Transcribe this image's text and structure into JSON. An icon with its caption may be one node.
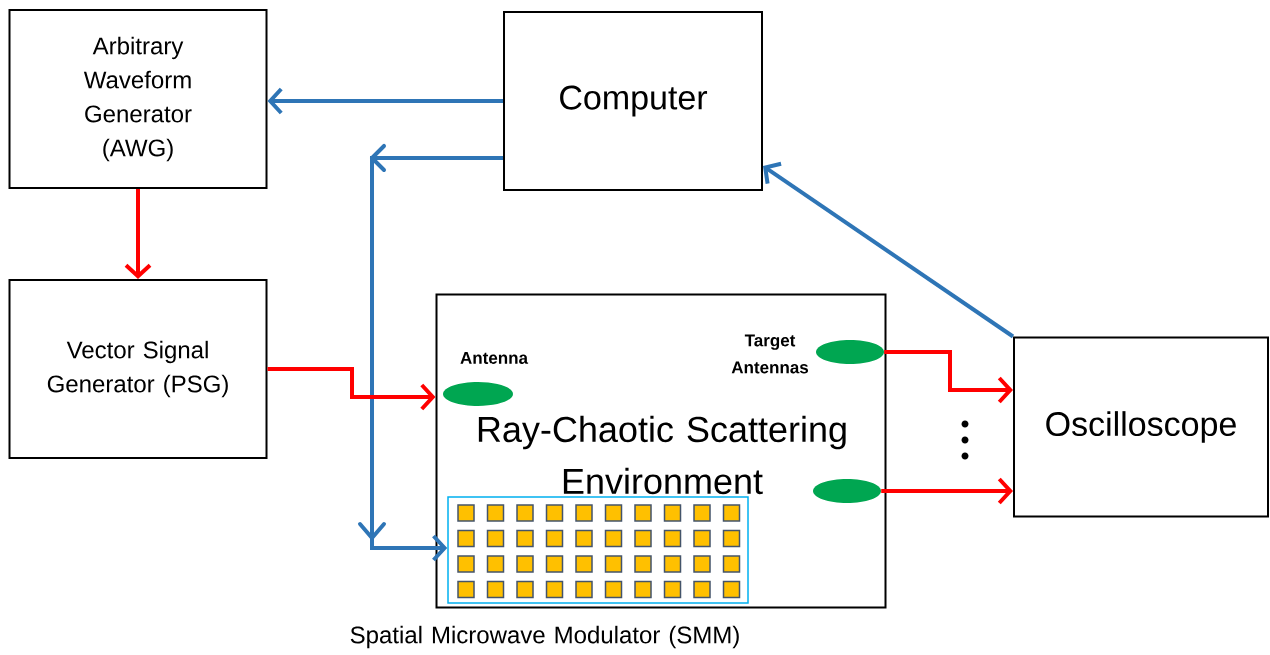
{
  "diagram": {
    "nodes": [
      {
        "text": [
          "Arbitrary Waveform Generator (AWG)"
        ]
      },
      {
        "text": [
          "Computer"
        ]
      },
      {
        "text": [
          "Vector Signal Generator (PSG)"
        ]
      },
      {
        "text": [
          "Ray-Chaotic Scattering Environment"
        ]
      },
      {
        "text": [],
        "shape": "ellipse",
        "in": 3,
        "beside": [
          "Antenna"
        ]
      },
      {
        "text": [],
        "shape": "ellipse",
        "in": 3,
        "beside": [
          "Target Antennas"
        ]
      },
      {
        "text": [],
        "shape": "ellipse",
        "in": 3
      },
      {
        "text": [],
        "shape": "box",
        "in": 3,
        "beside": [
          "Spatial Microwave Modulator (SMM)"
        ]
      },
      {
        "text": [
          "Oscilloscope"
        ]
      }
    ],
    "edges": [
      {
        "from": 1,
        "to": 0,
        "arrow": "to",
        "color": "#2e75b6"
      },
      {
        "from": 1,
        "to": 7,
        "arrow": "to",
        "color": "#2e75b6"
      },
      {
        "from": 8,
        "to": 1,
        "arrow": "to",
        "color": "#2e75b6"
      },
      {
        "from": 0,
        "to": 2,
        "arrow": "to",
        "color": "#ff0000"
      },
      {
        "from": 2,
        "to": 4,
        "arrow": "to",
        "color": "#ff0000"
      },
      {
        "from": 5,
        "to": 8,
        "arrow": "to",
        "color": "#ff0000"
      },
      {
        "from": 6,
        "to": 8,
        "arrow": "to",
        "color": "#ff0000"
      }
    ]
  }
}
